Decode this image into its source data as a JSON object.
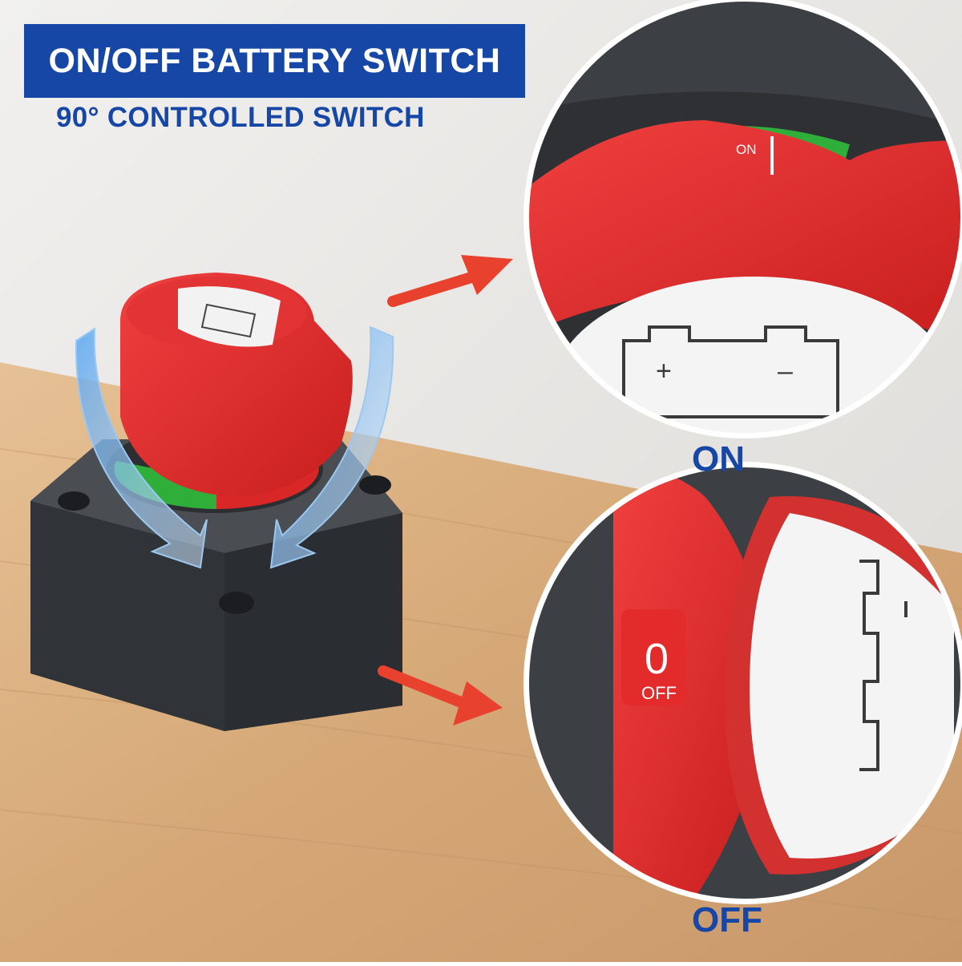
{
  "banner": {
    "title": "ON/OFF BATTERY SWITCH"
  },
  "subtitle": "90° CONTROLLED SWITCH",
  "zoom_on": {
    "dial_label": "ON",
    "state_label": "ON"
  },
  "zoom_off": {
    "dial_number": "0",
    "dial_label": "OFF",
    "state_label": "OFF"
  },
  "battery_symbol": {
    "plus": "+",
    "minus": "–"
  },
  "colors": {
    "brand_blue": "#1747a6",
    "knob_red": "#e02a2a",
    "on_green": "#2fae3a",
    "housing": "#3d4045",
    "wood": "#d7ad80",
    "arrow_red": "#e8412e"
  }
}
